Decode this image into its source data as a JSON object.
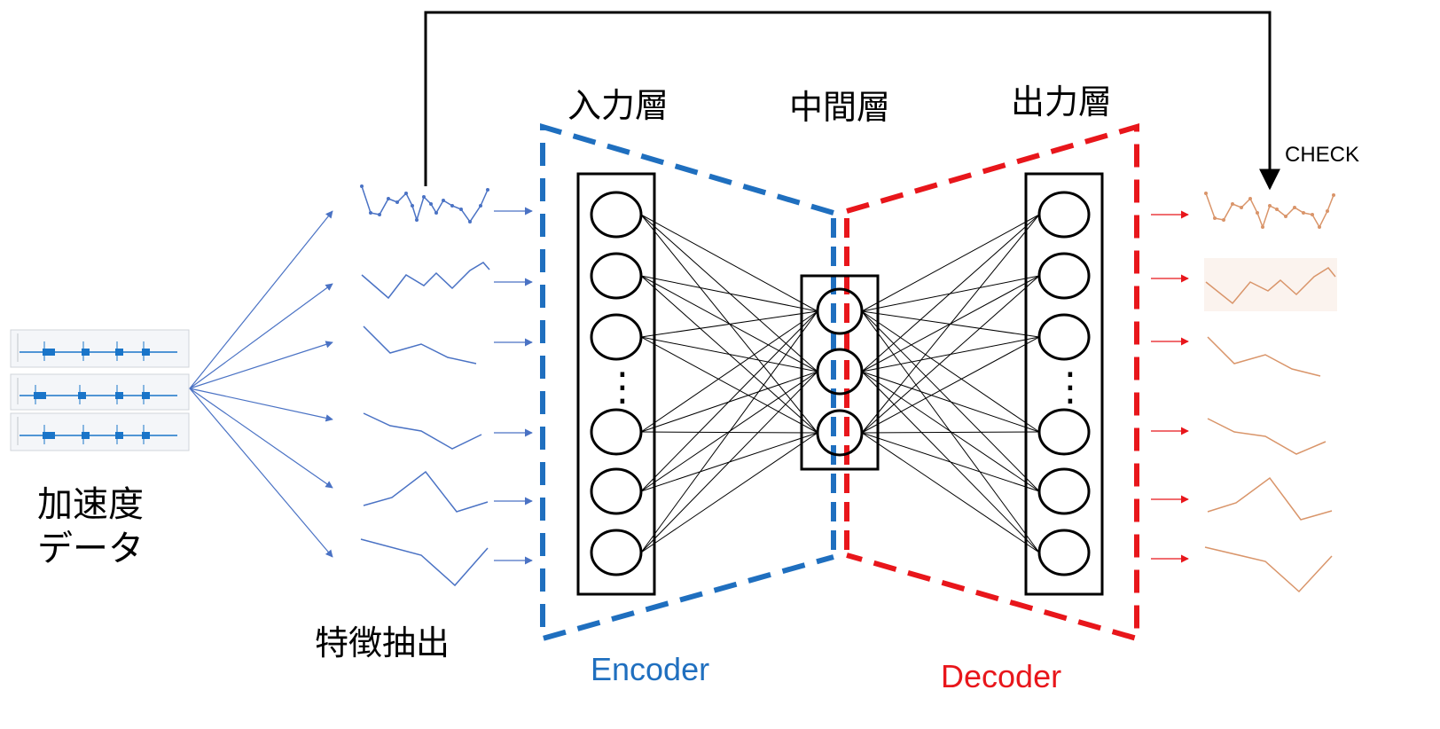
{
  "labels": {
    "input_layer": "入力層",
    "middle_layer": "中間層",
    "output_layer": "出力層",
    "check": "CHECK",
    "encoder": "Encoder",
    "decoder": "Decoder",
    "accel_line1": "加速度",
    "accel_line2": "データ",
    "feature_extraction": "特徴抽出",
    "ellipsis": "⋮"
  },
  "colors": {
    "encoder": "#1f6fbf",
    "decoder": "#e8161b",
    "input_series": "#4a72c4",
    "output_series": "#d9956a",
    "signal": "#1a75c9",
    "ink": "#000000"
  },
  "network": {
    "input_nodes_shown": 6,
    "hidden_nodes": 3,
    "output_nodes_shown": 6
  },
  "features": {
    "count": 6,
    "mini_charts": 3
  }
}
